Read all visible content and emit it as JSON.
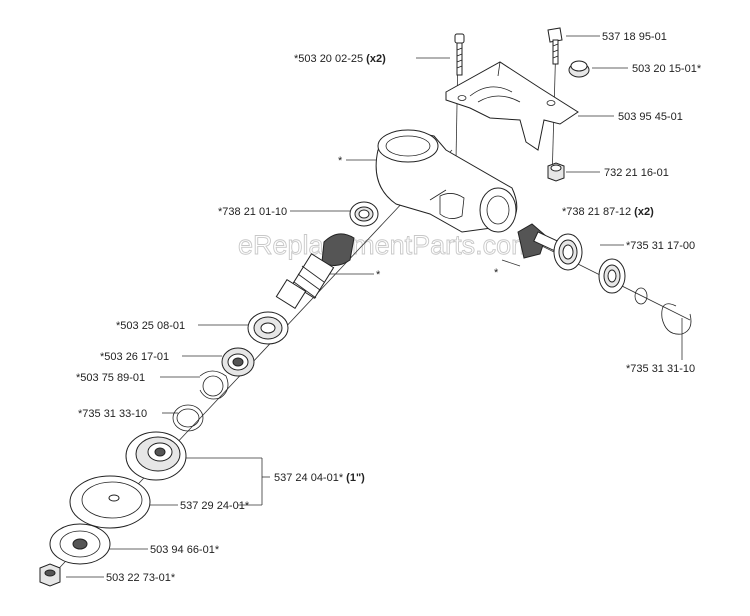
{
  "watermark": "eReplacementParts.com",
  "labels": {
    "p1": {
      "text": "*503 20 02-25",
      "bold": " (x2)"
    },
    "p2": {
      "text": "537 18 95-01"
    },
    "p3": {
      "text": "503 20 15-01*"
    },
    "p4": {
      "text": "503 95 45-01"
    },
    "p5": {
      "text": "*"
    },
    "p6": {
      "text": "732 21 16-01"
    },
    "p7": {
      "text": "*738 21 01-10"
    },
    "p8": {
      "text": "*738 21 87-12",
      "bold": " (x2)"
    },
    "p9": {
      "text": "*735 31 17-00"
    },
    "p10": {
      "text": "*"
    },
    "p11": {
      "text": "*"
    },
    "p12": {
      "text": "*503 25 08-01"
    },
    "p13": {
      "text": "*735 31 31-10"
    },
    "p14": {
      "text": "*503 26 17-01"
    },
    "p15": {
      "text": "*503 75 89-01"
    },
    "p16": {
      "text": "*735 31 33-10"
    },
    "p17": {
      "text": "537 24 04-01*",
      "bold": " (1\")"
    },
    "p18": {
      "text": "537 29 24-01*"
    },
    "p19": {
      "text": "503 94 66-01*"
    },
    "p20": {
      "text": "503 22 73-01*"
    }
  }
}
